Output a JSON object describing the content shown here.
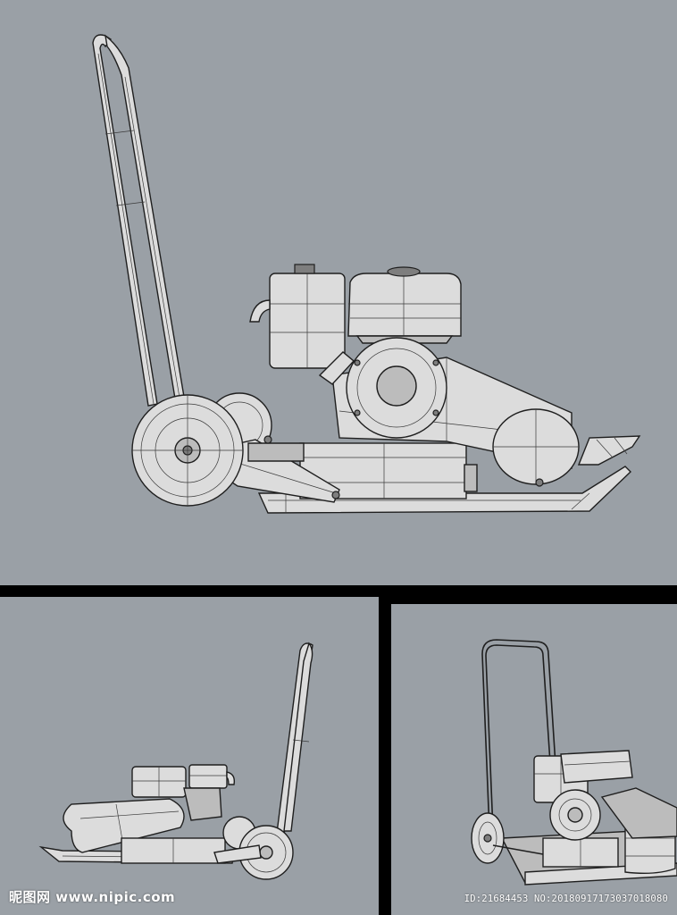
{
  "watermark": {
    "site": "昵图网 www.nipic.com",
    "id_text": "ID:21684453 NO:20180917173037018080"
  },
  "scene": {
    "panels": [
      {
        "name": "side-view-main",
        "subject": "plate-compactor-icon"
      },
      {
        "name": "side-view-flipped",
        "subject": "plate-compactor-icon"
      },
      {
        "name": "perspective-view",
        "subject": "plate-compactor-icon"
      }
    ],
    "colors": {
      "background": "#9aa0a6",
      "divider": "#000000",
      "part_light": "#dcdcdc",
      "line": "#1f1f1f"
    }
  }
}
